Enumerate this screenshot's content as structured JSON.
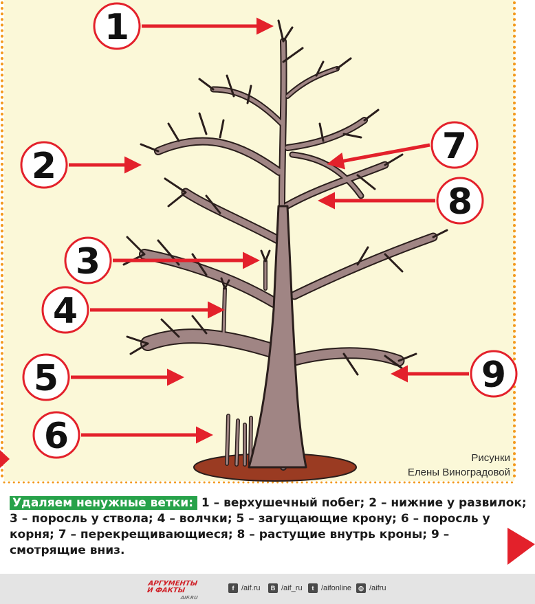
{
  "labels": [
    "1",
    "2",
    "3",
    "4",
    "5",
    "6",
    "7",
    "8",
    "9"
  ],
  "credit": {
    "line1": "Рисунки",
    "line2": "Елены Виноградовой"
  },
  "caption": {
    "highlight": "Удаляем ненужные ветки:",
    "text": " 1 – верхушечный побег; 2 – нижние у развилок; 3 – поросль у ствола; 4 – волчки; 5 – загущающие крону; 6 – поросль у корня; 7 – перекрещивающиеся; 8 – растущие внутрь кроны; 9 – смотрящие вниз."
  },
  "footer": {
    "logo_line1": "АРГУМЕНТЫ",
    "logo_line2": "И ФАКТЫ",
    "logo_sub": "AIF.RU",
    "social": [
      {
        "icon": "facebook-icon",
        "glyph": "f",
        "handle": "/aif.ru"
      },
      {
        "icon": "vk-icon",
        "glyph": "B",
        "handle": "/aif_ru"
      },
      {
        "icon": "twitter-icon",
        "glyph": "t",
        "handle": "/aifonline"
      },
      {
        "icon": "instagram-icon",
        "glyph": "◎",
        "handle": "/aifru"
      }
    ]
  },
  "colors": {
    "panel": "#fbf8d8",
    "dots": "#f39a1e",
    "arrow": "#e3212b",
    "branch": "#a08584",
    "outline": "#2a1e1c",
    "soil": "#9a3b22",
    "highlight": "#27a24a"
  }
}
